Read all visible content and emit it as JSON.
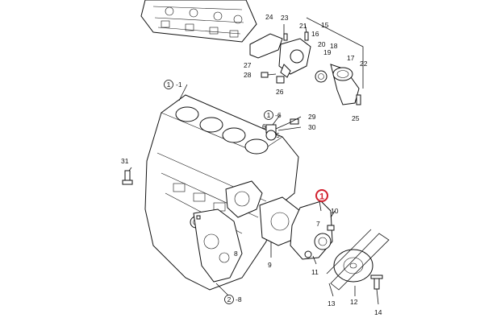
{
  "callouts": [
    {
      "id": "1",
      "text": "1"
    },
    {
      "id": "c1",
      "text": "1"
    },
    {
      "id": "c2",
      "text": "2"
    },
    {
      "id": "c6",
      "text": "1"
    }
  ],
  "circled_labels": {
    "main_block": {
      "num": "1",
      "suffix": "-1"
    },
    "lower_block": {
      "num": "2",
      "suffix": "-8"
    },
    "mid_group": {
      "num": "1",
      "suffix": "-6"
    }
  },
  "part_numbers": {
    "p5": "5",
    "p6": "6",
    "p7": "7",
    "p8": "8",
    "p9": "9",
    "p10": "10",
    "p11": "11",
    "p12": "12",
    "p13": "13",
    "p14": "14",
    "p15": "15",
    "p16": "16",
    "p17": "17",
    "p18": "18",
    "p19": "19",
    "p20": "20",
    "p21": "21",
    "p22": "22",
    "p23": "23",
    "p24": "24",
    "p25": "25",
    "p26": "26",
    "p27": "27",
    "p28": "28",
    "p29": "29",
    "p30": "30",
    "p31": "31"
  },
  "highlight_color": "#d2202e"
}
